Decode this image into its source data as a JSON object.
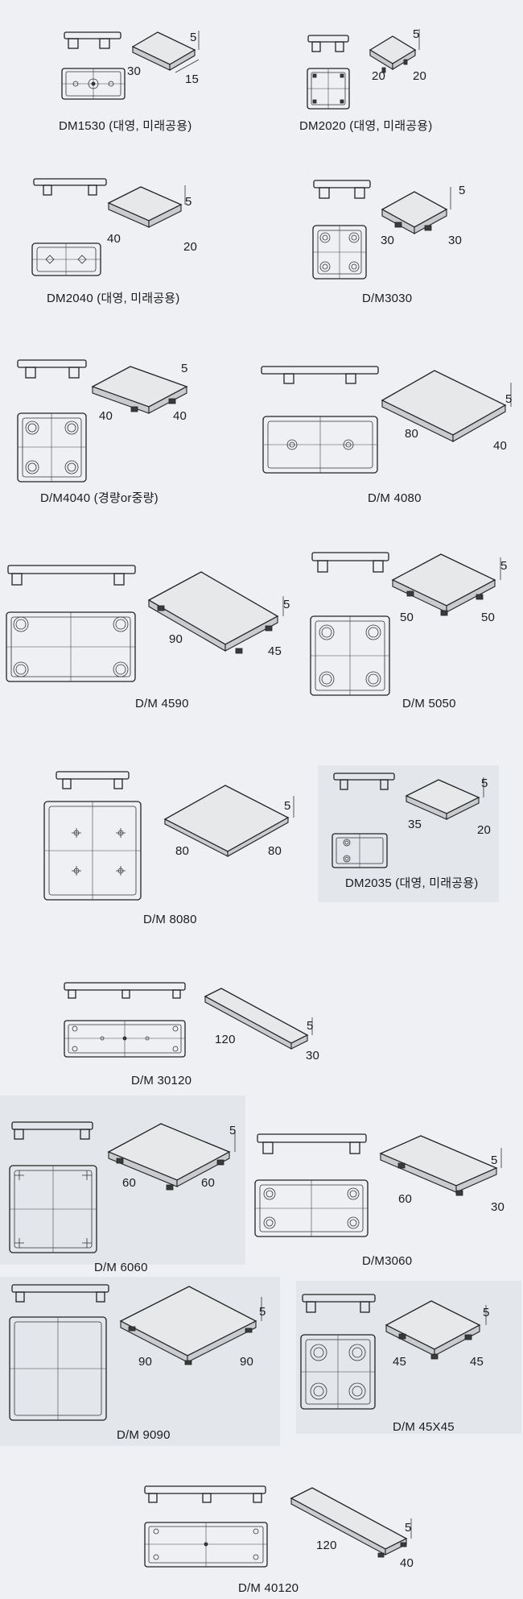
{
  "parts": [
    {
      "id": "dm1530",
      "label": "DM1530 (대영, 미래공용)",
      "dims": [
        "30",
        "15",
        "5"
      ]
    },
    {
      "id": "dm2020",
      "label": "DM2020 (대영, 미래공용)",
      "dims": [
        "20",
        "20",
        "5"
      ]
    },
    {
      "id": "dm2040",
      "label": "DM2040 (대영, 미래공용)",
      "dims": [
        "40",
        "20",
        "5"
      ]
    },
    {
      "id": "dm3030",
      "label": "D/M3030",
      "dims": [
        "30",
        "30",
        "5"
      ]
    },
    {
      "id": "dm4040",
      "label": "D/M4040 (경량or중량)",
      "dims": [
        "40",
        "40",
        "5"
      ]
    },
    {
      "id": "dm4080",
      "label": "D/M 4080",
      "dims": [
        "80",
        "40",
        "5"
      ]
    },
    {
      "id": "dm4590",
      "label": "D/M 4590",
      "dims": [
        "90",
        "45",
        "5"
      ]
    },
    {
      "id": "dm5050",
      "label": "D/M 5050",
      "dims": [
        "50",
        "50",
        "5"
      ]
    },
    {
      "id": "dm8080",
      "label": "D/M 8080",
      "dims": [
        "80",
        "80",
        "5"
      ]
    },
    {
      "id": "dm2035",
      "label": "DM2035 (대영, 미래공용)",
      "dims": [
        "35",
        "20",
        "5"
      ]
    },
    {
      "id": "dm30120",
      "label": "D/M 30120",
      "dims": [
        "120",
        "30",
        "5"
      ]
    },
    {
      "id": "dm6060",
      "label": "D/M 6060",
      "dims": [
        "60",
        "60",
        "5"
      ]
    },
    {
      "id": "dm3060",
      "label": "D/M3060",
      "dims": [
        "60",
        "30",
        "5"
      ]
    },
    {
      "id": "dm9090",
      "label": "D/M 9090",
      "dims": [
        "90",
        "90",
        "5"
      ]
    },
    {
      "id": "dm45x45",
      "label": "D/M 45X45",
      "dims": [
        "45",
        "45",
        "5"
      ]
    },
    {
      "id": "dm40120",
      "label": "D/M 40120",
      "dims": [
        "120",
        "40",
        "5"
      ]
    }
  ]
}
